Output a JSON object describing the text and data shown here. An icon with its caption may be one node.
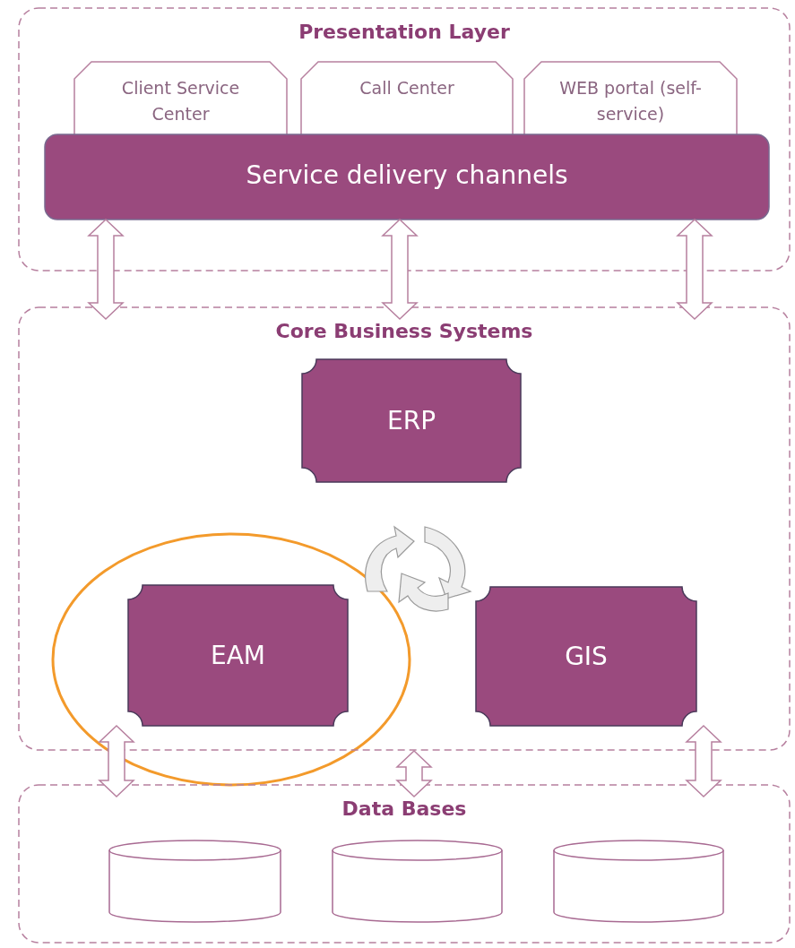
{
  "diagram": {
    "nodes": [
      {
        "text": [
          "Presentation Layer"
        ]
      },
      {
        "text": [
          "Client Service Center"
        ],
        "in": 0
      },
      {
        "text": [
          "Call Center"
        ],
        "in": 0
      },
      {
        "text": [
          "WEB portal (self-service)"
        ],
        "in": 0
      },
      {
        "text": [
          "Service delivery channels"
        ],
        "in": 0
      },
      {
        "text": [
          "Core Business Systems"
        ]
      },
      {
        "text": [
          "ERP"
        ],
        "in": 5
      },
      {
        "text": [
          "EAM"
        ],
        "in": 5
      },
      {
        "text": [
          "GIS"
        ],
        "in": 5
      },
      {
        "text": [
          "Data Bases"
        ]
      },
      {
        "text": [],
        "shape": "cylinder",
        "in": 9
      },
      {
        "text": [],
        "shape": "cylinder",
        "in": 9
      },
      {
        "text": [],
        "shape": "cylinder",
        "in": 9
      }
    ],
    "edges": [
      {
        "from": 4,
        "to": 5,
        "arrow": "both"
      },
      {
        "from": 4,
        "to": 5,
        "arrow": "both"
      },
      {
        "from": 4,
        "to": 5,
        "arrow": "both"
      },
      {
        "from": 7,
        "to": 9,
        "arrow": "both"
      },
      {
        "from": 5,
        "to": 9,
        "arrow": "both"
      },
      {
        "from": 8,
        "to": 9,
        "arrow": "both"
      }
    ]
  }
}
